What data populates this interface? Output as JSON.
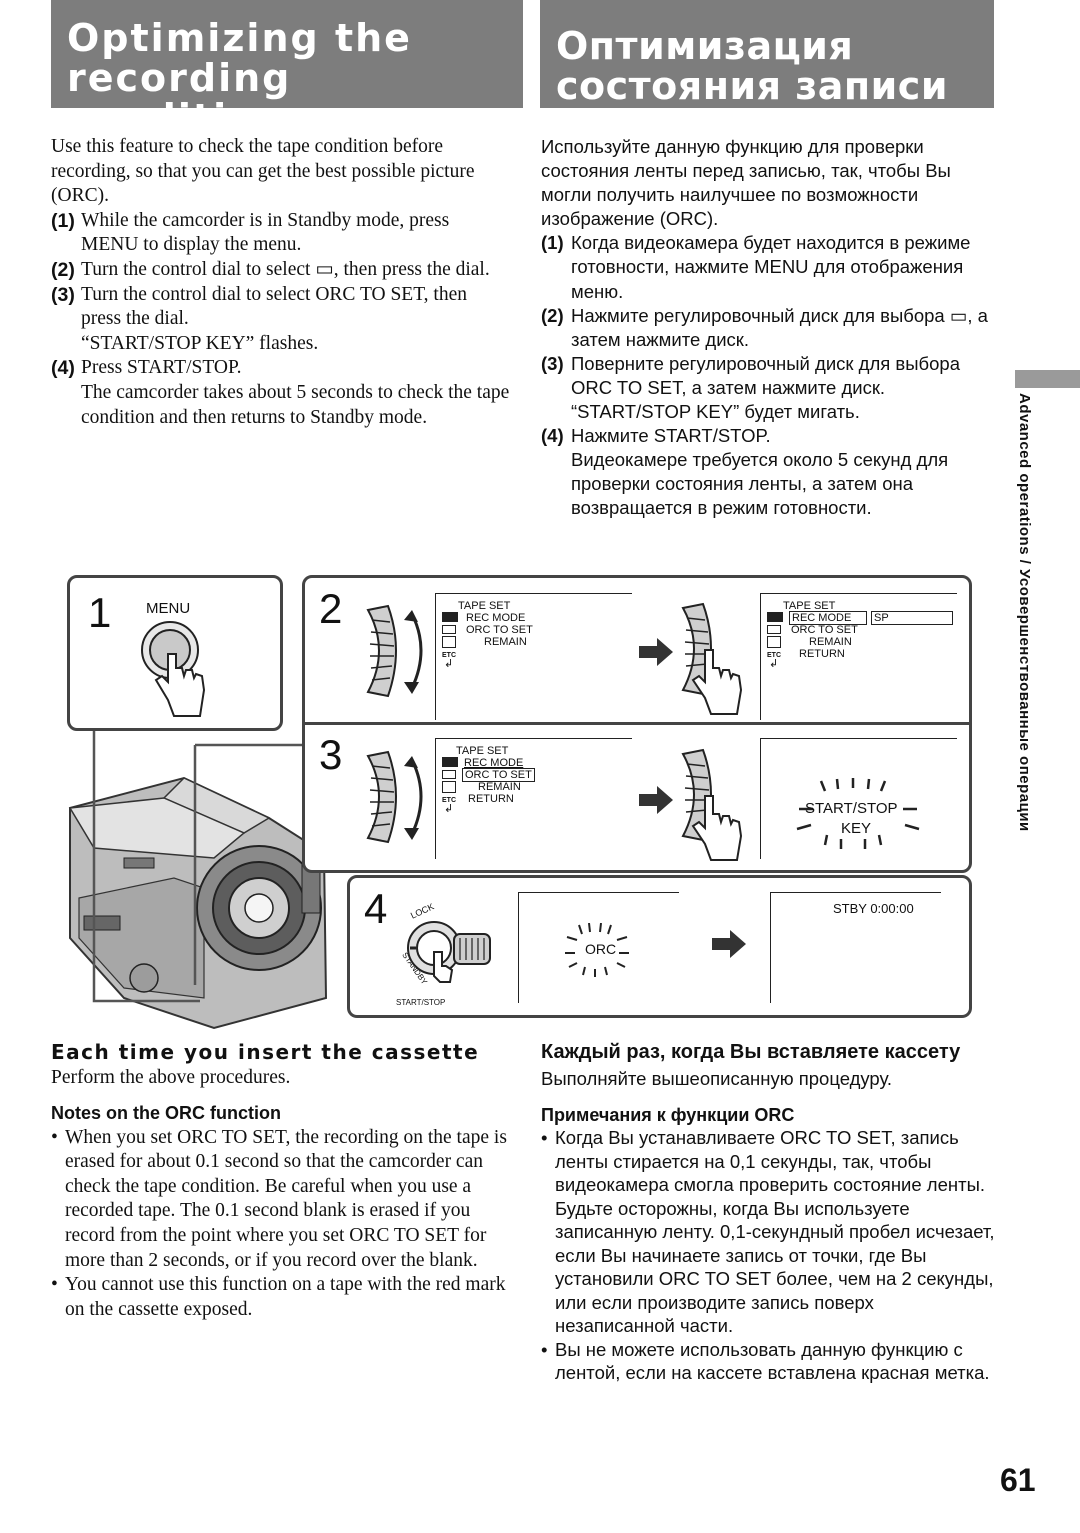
{
  "header": {
    "title_en_line1": "Optimizing the",
    "title_en_line2": "recording condition",
    "title_ru_line1": "Оптимизация",
    "title_ru_line2": "состояния записи"
  },
  "en": {
    "intro": "Use this feature to check the tape condition before recording, so that you can get the best possible picture (ORC).",
    "steps": [
      {
        "num": "(1)",
        "text": "While the camcorder is in Standby mode, press MENU to display the menu."
      },
      {
        "num": "(2)",
        "text": "Turn the control dial to select ▭, then press the dial."
      },
      {
        "num": "(3)",
        "text": "Turn the control dial to select ORC TO SET, then press the dial.",
        "note": "“START/STOP KEY” flashes."
      },
      {
        "num": "(4)",
        "text": "Press START/STOP.",
        "note": "The camcorder takes about 5 seconds to check the tape condition and then returns to Standby mode."
      }
    ],
    "section_title": "Each time you insert the cassette",
    "section_text": "Perform the above procedures.",
    "notes_title": "Notes on the ORC function",
    "notes": [
      "When you set ORC TO SET, the recording on the tape is erased for about 0.1 second so that the camcorder can check the tape condition. Be careful when you use a recorded tape. The 0.1 second blank is erased if you record from the point where you set ORC TO SET for more than 2 seconds, or if you record over the blank.",
      "You cannot use this function on a tape with the red mark on the cassette exposed."
    ]
  },
  "ru": {
    "intro": "Используйте данную функцию для проверки состояния ленты перед записью, так, чтобы Вы могли получить наилучшее по возможности изображение (ORC).",
    "steps": [
      {
        "num": "(1)",
        "text": "Когда видеокамера будет находится в режиме готовности, нажмите MENU для отображения меню."
      },
      {
        "num": "(2)",
        "text": "Нажмите регулировочный диск для выбора ▭, а затем нажмите диск."
      },
      {
        "num": "(3)",
        "text": "Поверните регулировочный диск для выбора ORC TO SET, а затем нажмите диск.",
        "note": "“START/STOP KEY” будет мигать."
      },
      {
        "num": "(4)",
        "text": "Нажмите START/STOP.",
        "note": "Видеокамере требуется около 5 секунд для проверки состояния ленты, а затем она возвращается в режим готовности."
      }
    ],
    "section_title": "Каждый раз, когда Вы вставляете кассету",
    "section_text": "Выполняйте вышеописанную процедуру.",
    "notes_title": "Примечания к функции ORC",
    "notes": [
      "Когда Вы устанавливаете ORC TO SET, запись ленты стирается на 0,1 секунды, так, чтобы видеокамера смогла проверить состояние ленты. Будьте осторожны, когда Вы используете записанную ленту. 0,1-секундный пробел исчезает, если Вы начинаете запись от точки, где Вы установили ORC TO SET более, чем на 2 секунды, или если производите запись поверх незаписанной части.",
      "Вы не можете использовать данную функцию с лентой, если на кассете вставлена красная метка."
    ]
  },
  "figure": {
    "step1_num": "1",
    "step2_num": "2",
    "step3_num": "3",
    "step4_num": "4",
    "menu_label": "MENU",
    "screen_title": "TAPE SET",
    "rec_mode": "REC MODE",
    "orc_to_set": "ORC TO SET",
    "remain": "REMAIN",
    "return_label": "RETURN",
    "sp": "SP",
    "etc": "ETC",
    "start_stop_key_line1": "START/STOP",
    "start_stop_key_line2": "KEY",
    "orc": "ORC",
    "stby": "STBY 0:00:00",
    "lock": "LOCK",
    "standby": "STANDBY",
    "start_stop": "START/STOP"
  },
  "sidebar": {
    "text": "Advanced operations / Усовершенствованные операции"
  },
  "page_number": "61"
}
